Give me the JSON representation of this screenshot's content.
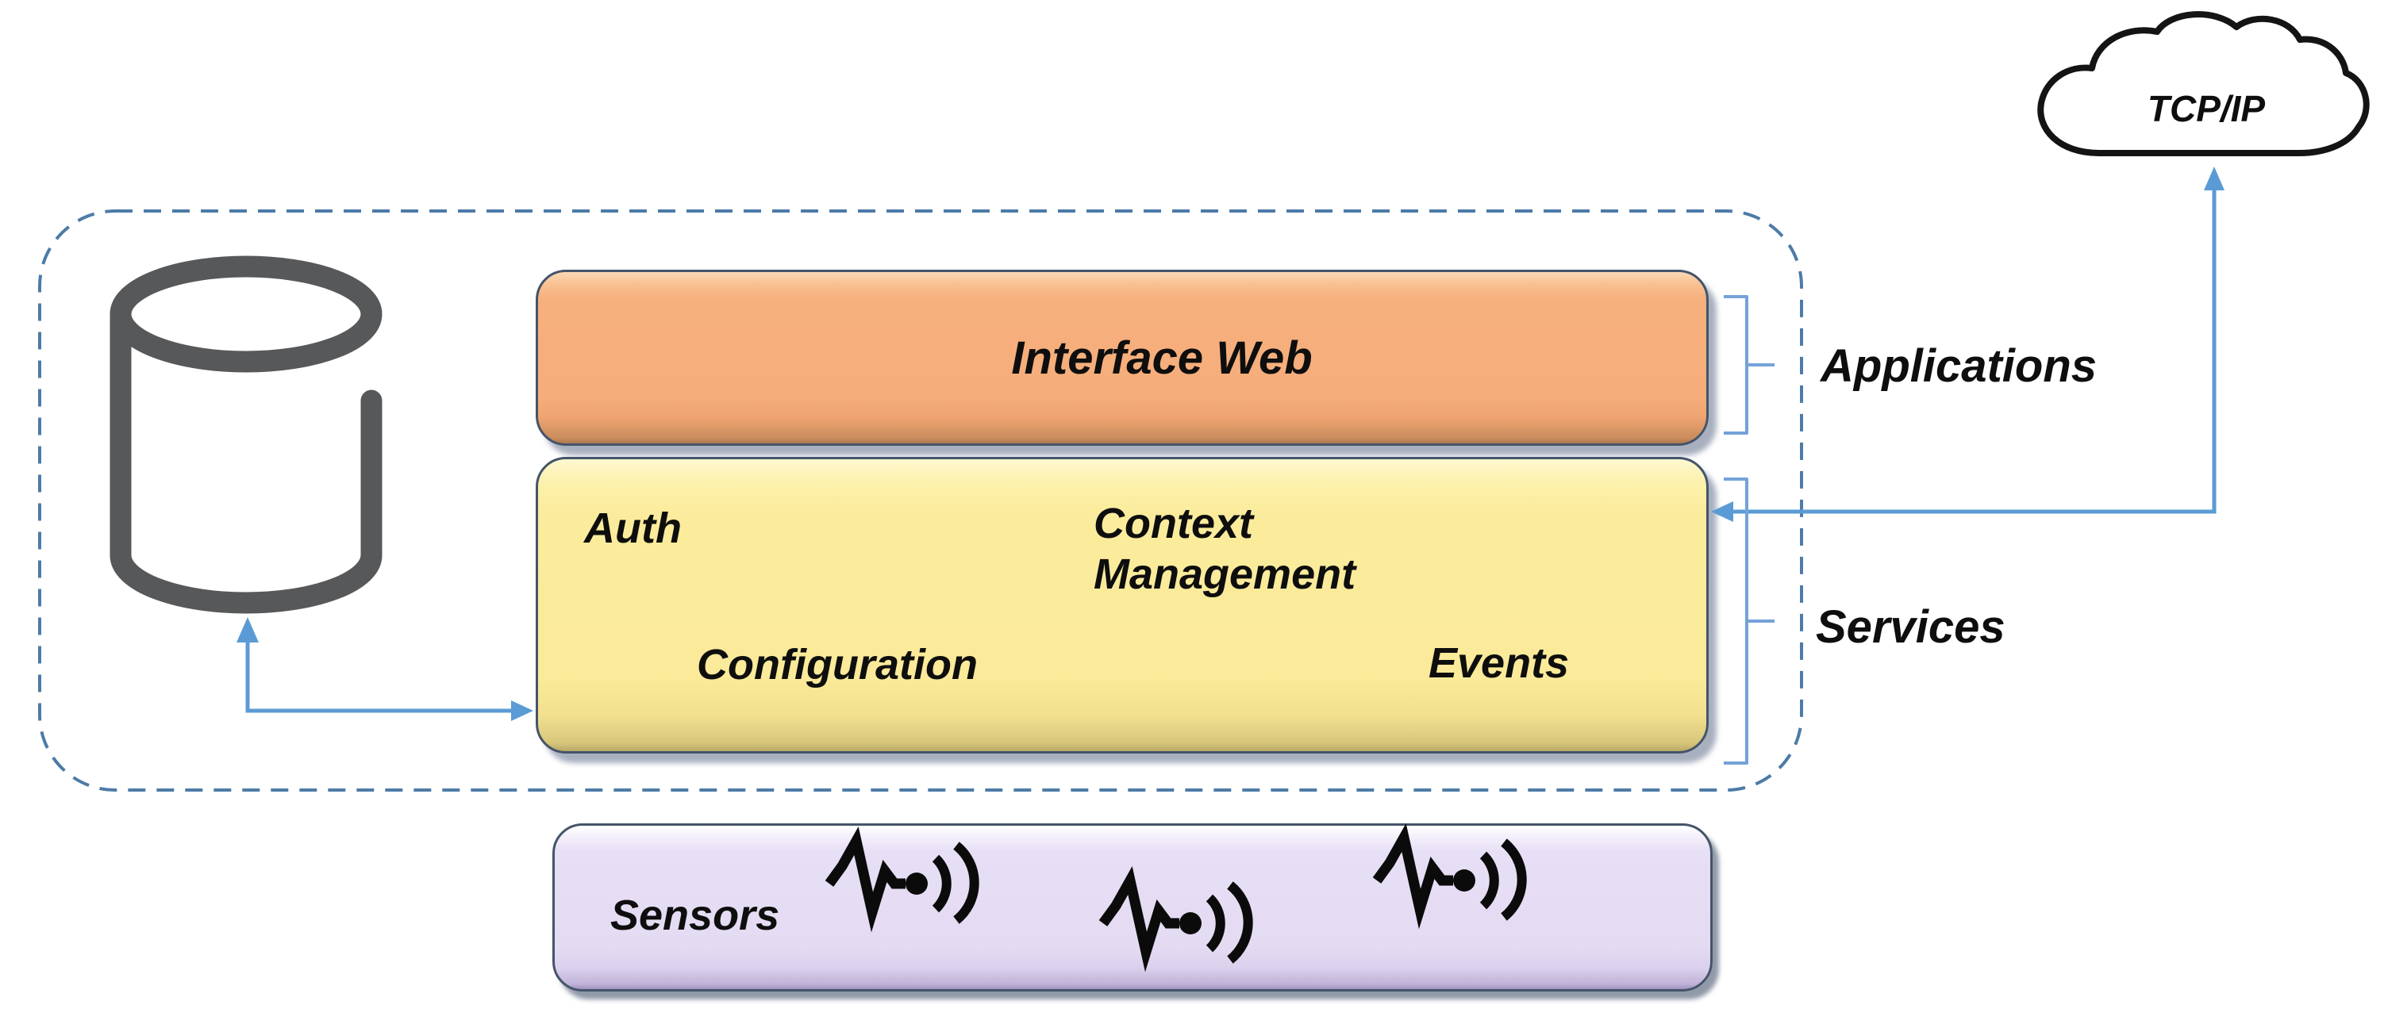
{
  "diagram": {
    "nodes": {
      "interface_web": "Interface Web",
      "auth": "Auth",
      "context_management": "Context Management",
      "configuration": "Configuration",
      "events": "Events",
      "sensors": "Sensors",
      "cloud": "TCP/IP"
    },
    "group_labels": {
      "applications": "Applications",
      "services": "Services"
    },
    "icons": {
      "database": "database-cylinder-icon",
      "sensor": "sensor-signal-icon",
      "cloud": "cloud-icon"
    },
    "colors": {
      "applications_box_fill": "#F5AE7B",
      "services_box_fill": "#FBEC9D",
      "sensors_box_fill": "#E4DBF3",
      "box_border": "#44546A",
      "boundary_dash": "#4D7BA7",
      "connector": "#5B9BD5",
      "bracket": "#74A2D8",
      "database_icon": "#57585A",
      "cloud_outline": "#141414",
      "text": "#0E0E0E"
    }
  }
}
